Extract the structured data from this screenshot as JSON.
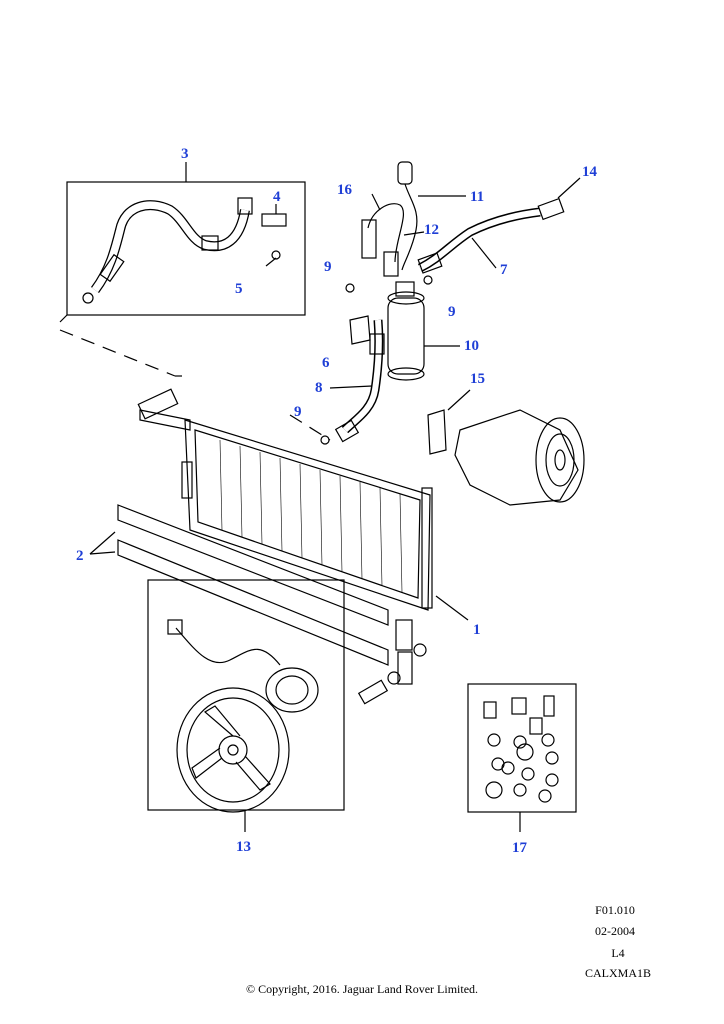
{
  "callouts": {
    "c1": "1",
    "c2": "2",
    "c3": "3",
    "c4": "4",
    "c5": "5",
    "c6": "6",
    "c7": "7",
    "c8": "8",
    "c9a": "9",
    "c9b": "9",
    "c9c": "9",
    "c10": "10",
    "c11": "11",
    "c12": "12",
    "c13": "13",
    "c14": "14",
    "c15": "15",
    "c16": "16",
    "c17": "17"
  },
  "info": {
    "code": "F01.010",
    "date": "02-2004",
    "level": "L4",
    "ref": "CALXMA1B"
  },
  "copyright": "© Copyright, 2016. Jaguar Land Rover Limited.",
  "colors": {
    "callout": "#1f3fd6",
    "line": "#000000"
  }
}
